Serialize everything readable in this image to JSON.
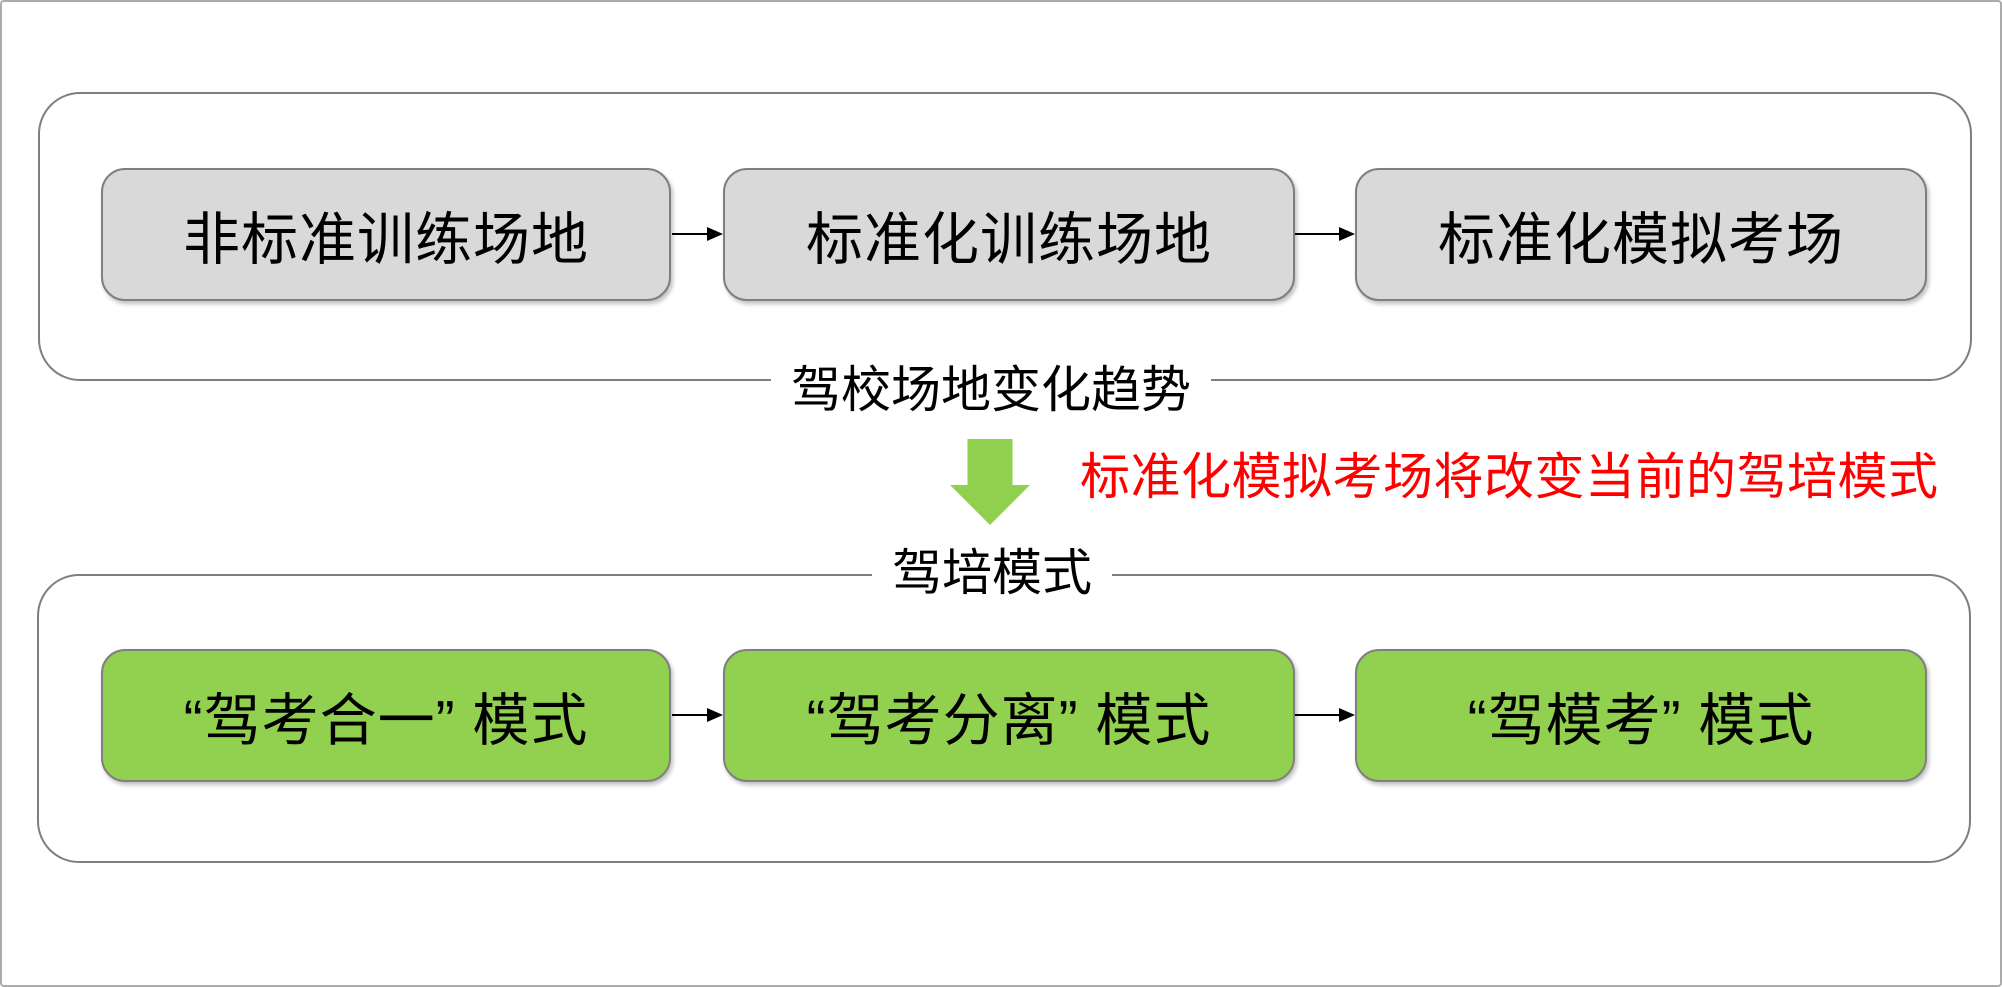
{
  "canvas": {
    "background": "#FFFFFF",
    "border_color": "#ABABAB"
  },
  "top_group": {
    "label": "驾校场地变化趋势",
    "frame_border_color": "#7F7F7F",
    "box_fill": "#D9D9D9",
    "box_border_color": "#7F7F7F",
    "boxes": [
      {
        "label": "非标准训练场地"
      },
      {
        "label": "标准化训练场地"
      },
      {
        "label": "标准化模拟考场"
      }
    ]
  },
  "transition": {
    "down_arrow_icon": "down-arrow-icon",
    "arrow_color": "#92D050",
    "note": "标准化模拟考场将改变当前的驾培模式",
    "note_color": "#FF0000"
  },
  "bottom_group": {
    "label": "驾培模式",
    "frame_border_color": "#7F7F7F",
    "box_fill": "#92D050",
    "box_border_color": "#7F7F7F",
    "boxes": [
      {
        "label": "“驾考合一” 模式"
      },
      {
        "label": "“驾考分离” 模式"
      },
      {
        "label": "“驾模考” 模式"
      }
    ]
  },
  "connector": {
    "flow_arrow_icon": "flow-arrow-icon",
    "color": "#000000"
  }
}
